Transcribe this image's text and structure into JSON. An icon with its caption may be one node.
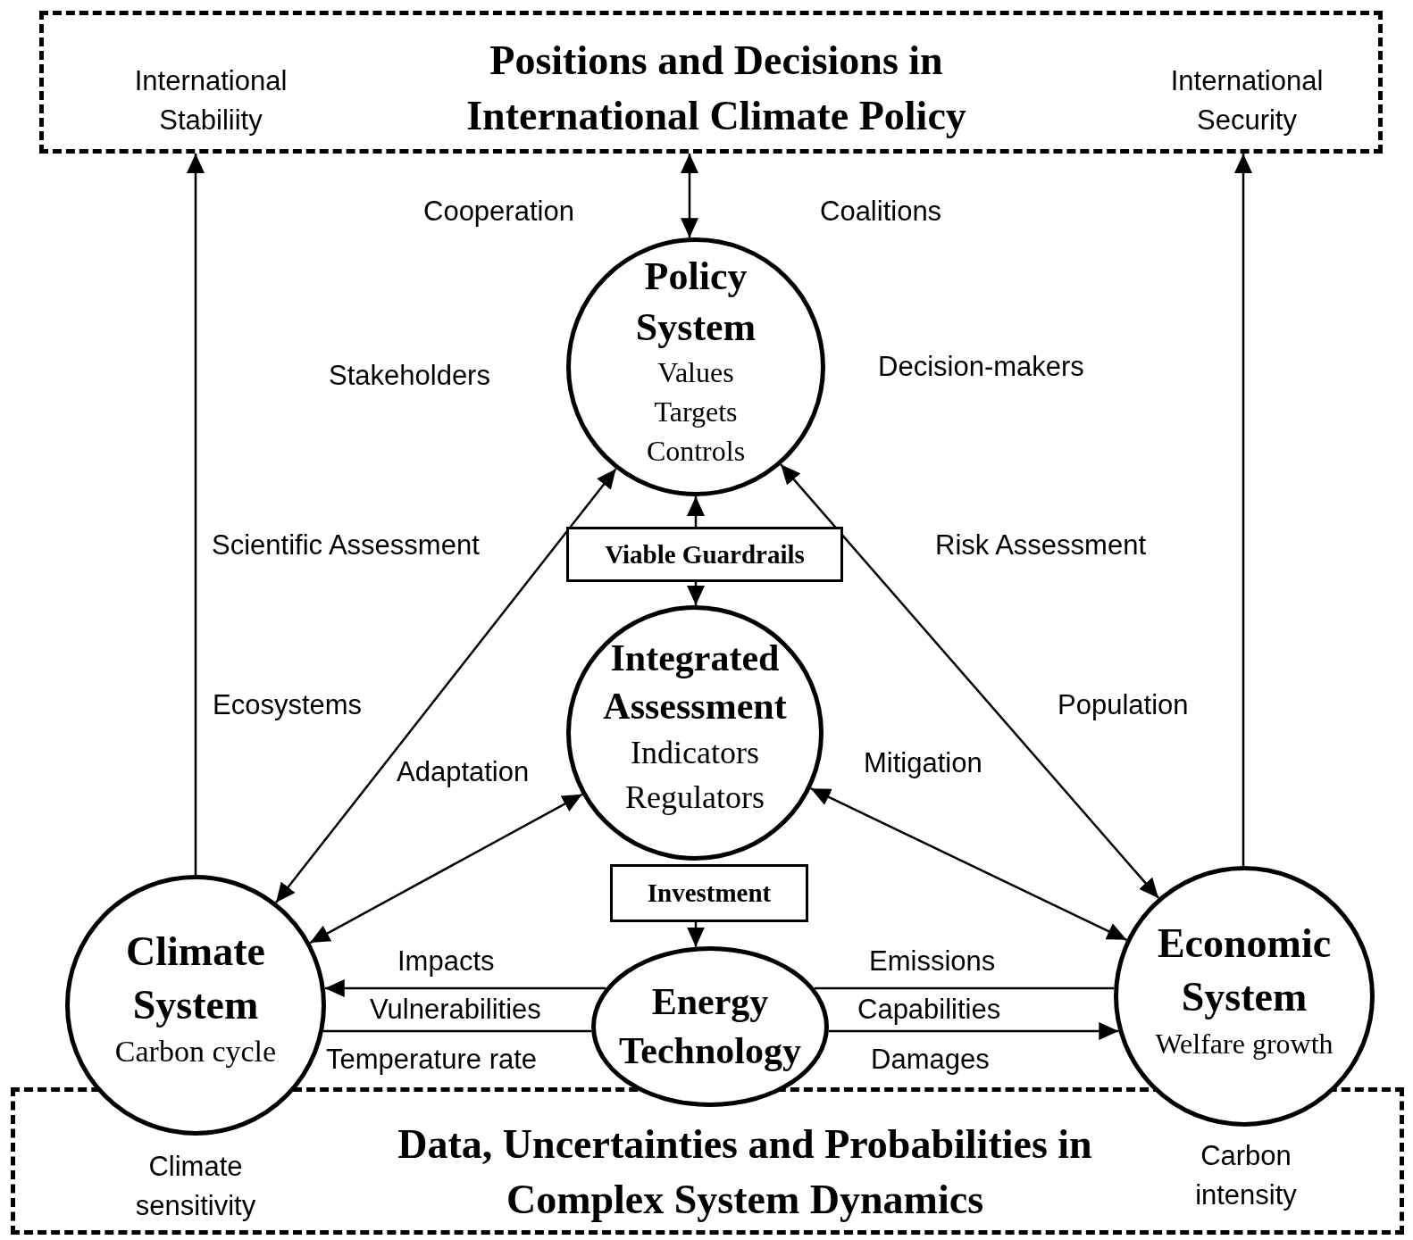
{
  "diagram": {
    "nodes": [
      {
        "text": [
          "International Stabiliity",
          "Positions and Decisions in International Climate Policy",
          "International Security"
        ]
      },
      {
        "text": [
          "Policy System",
          "Values Targets Controls"
        ]
      },
      {
        "text": [
          "Viable Guardrails"
        ]
      },
      {
        "text": [
          "Integrated Assessment",
          "Indicators Regulators"
        ]
      },
      {
        "text": [
          "Investment"
        ]
      },
      {
        "text": [
          "Climate System",
          "Carbon cycle"
        ]
      },
      {
        "text": [
          "Energy Technology"
        ]
      },
      {
        "text": [
          "Economic System",
          "Welfare growth"
        ]
      },
      {
        "text": [
          "Climate sensitivity",
          "Data, Uncertainties and Probabilities in Complex System Dynamics",
          "Carbon intensity"
        ]
      }
    ],
    "edges": [
      {
        "from": 1,
        "to": 0,
        "arrow": "both"
      },
      {
        "from": 5,
        "to": 0,
        "arrow": "to"
      },
      {
        "from": 7,
        "to": 0,
        "arrow": "to"
      },
      {
        "from": 2,
        "to": 1,
        "arrow": "to"
      },
      {
        "from": 2,
        "to": 3,
        "arrow": "to"
      },
      {
        "from": 5,
        "to": 1,
        "arrow": "both"
      },
      {
        "from": 7,
        "to": 1,
        "arrow": "both"
      },
      {
        "from": 5,
        "to": 3,
        "arrow": "both"
      },
      {
        "from": 7,
        "to": 3,
        "arrow": "both"
      },
      {
        "from": 4,
        "to": 6,
        "arrow": "to"
      },
      {
        "from": 7,
        "to": 6,
        "arrow": "none"
      },
      {
        "from": 6,
        "to": 5,
        "arrow": "to"
      },
      {
        "from": 5,
        "to": 6,
        "arrow": "none"
      },
      {
        "from": 6,
        "to": 7,
        "arrow": "to"
      }
    ],
    "labels": [
      "Cooperation",
      "Coalitions",
      "Stakeholders",
      "Decision-makers",
      "Scientific Assessment",
      "Risk Assessment",
      "Ecosystems",
      "Population",
      "Adaptation",
      "Mitigation",
      "Impacts",
      "Emissions",
      "Vulnerabilities",
      "Capabilities",
      "Temperature rate",
      "Damages"
    ]
  }
}
